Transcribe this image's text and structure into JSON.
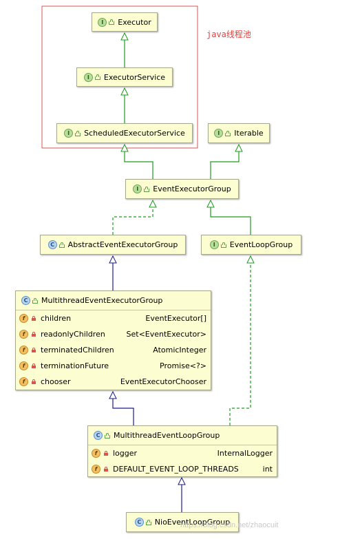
{
  "annotation": {
    "label": "java线程池",
    "color": "#d93025"
  },
  "watermark": "https://blog.csdn.net/zhaocuit",
  "nodes": {
    "executor": {
      "kind": "I",
      "name": "Executor"
    },
    "executor_service": {
      "kind": "I",
      "name": "ExecutorService"
    },
    "scheduled_executor_service": {
      "kind": "I",
      "name": "ScheduledExecutorService"
    },
    "iterable": {
      "kind": "I",
      "name": "Iterable"
    },
    "event_executor_group": {
      "kind": "I",
      "name": "EventExecutorGroup"
    },
    "abstract_event_executor_group": {
      "kind": "C",
      "name": "AbstractEventExecutorGroup"
    },
    "event_loop_group": {
      "kind": "I",
      "name": "EventLoopGroup"
    },
    "multithread_event_executor_group": {
      "kind": "C",
      "name": "MultithreadEventExecutorGroup",
      "fields": [
        {
          "icon": "f",
          "name": "children",
          "type": "EventExecutor[]"
        },
        {
          "icon": "f",
          "name": "readonlyChildren",
          "type": "Set<EventExecutor>"
        },
        {
          "icon": "f",
          "name": "terminatedChildren",
          "type": "AtomicInteger"
        },
        {
          "icon": "f",
          "name": "terminationFuture",
          "type": "Promise<?>"
        },
        {
          "icon": "f",
          "name": "chooser",
          "type": "EventExecutorChooser"
        }
      ]
    },
    "multithread_event_loop_group": {
      "kind": "C",
      "name": "MultithreadEventLoopGroup",
      "fields": [
        {
          "icon": "f",
          "name": "logger",
          "type": "InternalLogger"
        },
        {
          "icon": "f",
          "name": "DEFAULT_EVENT_LOOP_THREADS",
          "type": "int"
        }
      ]
    },
    "nio_event_loop_group": {
      "kind": "C",
      "name": "NioEventLoopGroup"
    }
  },
  "colors": {
    "interface_extends": "#1a9c1a",
    "class_extends": "#1a1a8c",
    "node_fill": "#fdfdd2",
    "node_border": "#a8a88a"
  }
}
